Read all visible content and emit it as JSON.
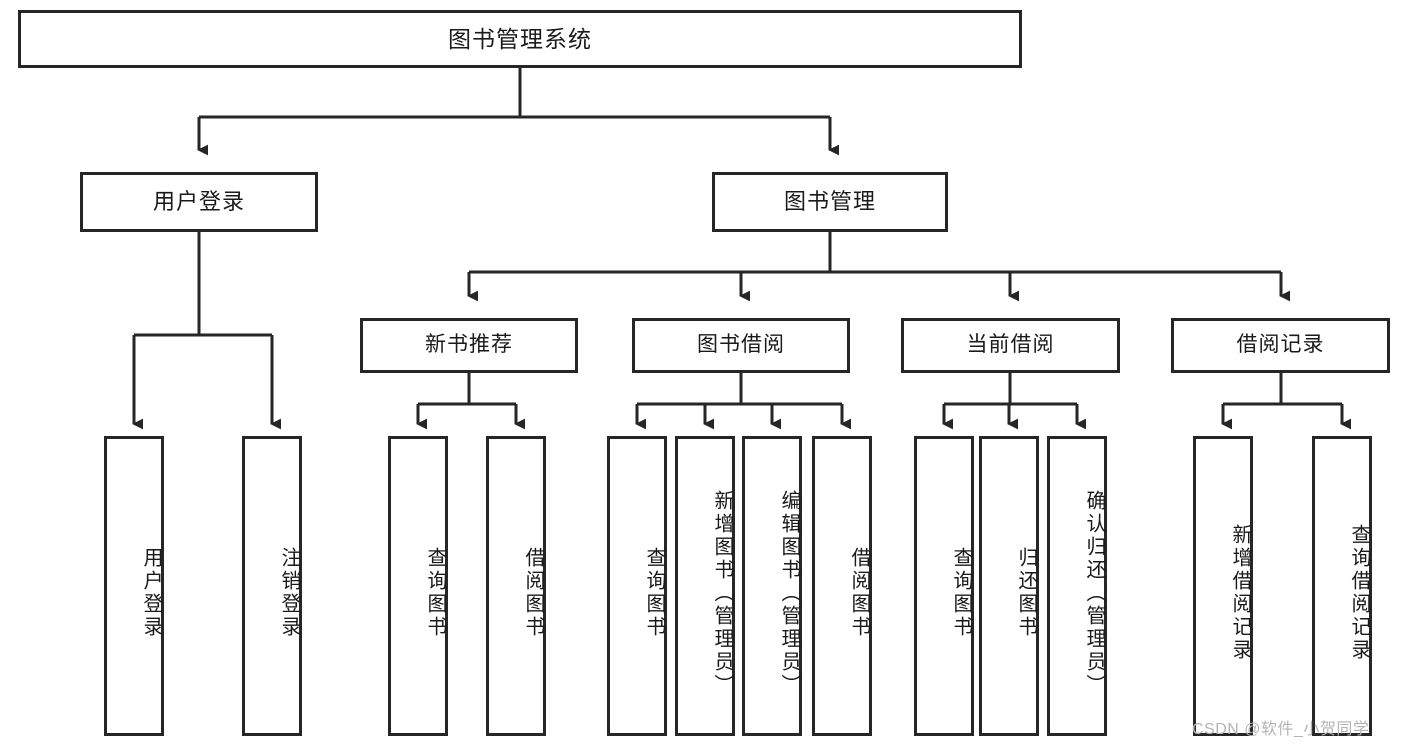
{
  "diagram": {
    "title": "图书管理系统",
    "type": "tree-hierarchy",
    "root": {
      "label": "图书管理系统"
    },
    "level1": [
      {
        "label": "用户登录"
      },
      {
        "label": "图书管理"
      }
    ],
    "level2": [
      {
        "label": "新书推荐",
        "parent": "图书管理"
      },
      {
        "label": "图书借阅",
        "parent": "图书管理"
      },
      {
        "label": "当前借阅",
        "parent": "图书管理"
      },
      {
        "label": "借阅记录",
        "parent": "图书管理"
      }
    ],
    "leaves": [
      {
        "label": "用户登录",
        "parent": "用户登录"
      },
      {
        "label": "注销登录",
        "parent": "用户登录"
      },
      {
        "label": "查询图书",
        "parent": "新书推荐"
      },
      {
        "label": "借阅图书",
        "parent": "新书推荐"
      },
      {
        "label": "查询图书",
        "parent": "图书借阅"
      },
      {
        "label": "新增图书（管理员）",
        "parent": "图书借阅"
      },
      {
        "label": "编辑图书（管理员）",
        "parent": "图书借阅"
      },
      {
        "label": "借阅图书",
        "parent": "图书借阅"
      },
      {
        "label": "查询图书",
        "parent": "当前借阅"
      },
      {
        "label": "归还图书",
        "parent": "当前借阅"
      },
      {
        "label": "确认归还（管理员）",
        "parent": "当前借阅"
      },
      {
        "label": "新增借阅记录",
        "parent": "借阅记录"
      },
      {
        "label": "查询借阅记录",
        "parent": "借阅记录"
      }
    ]
  },
  "watermark": {
    "text": "CSDN @软件_小贺同学"
  },
  "colors": {
    "stroke": "#262626",
    "box_fill": "#ffffff",
    "text": "#1a1a1a",
    "watermark": "#b4b4b4",
    "background": "#ffffff"
  }
}
